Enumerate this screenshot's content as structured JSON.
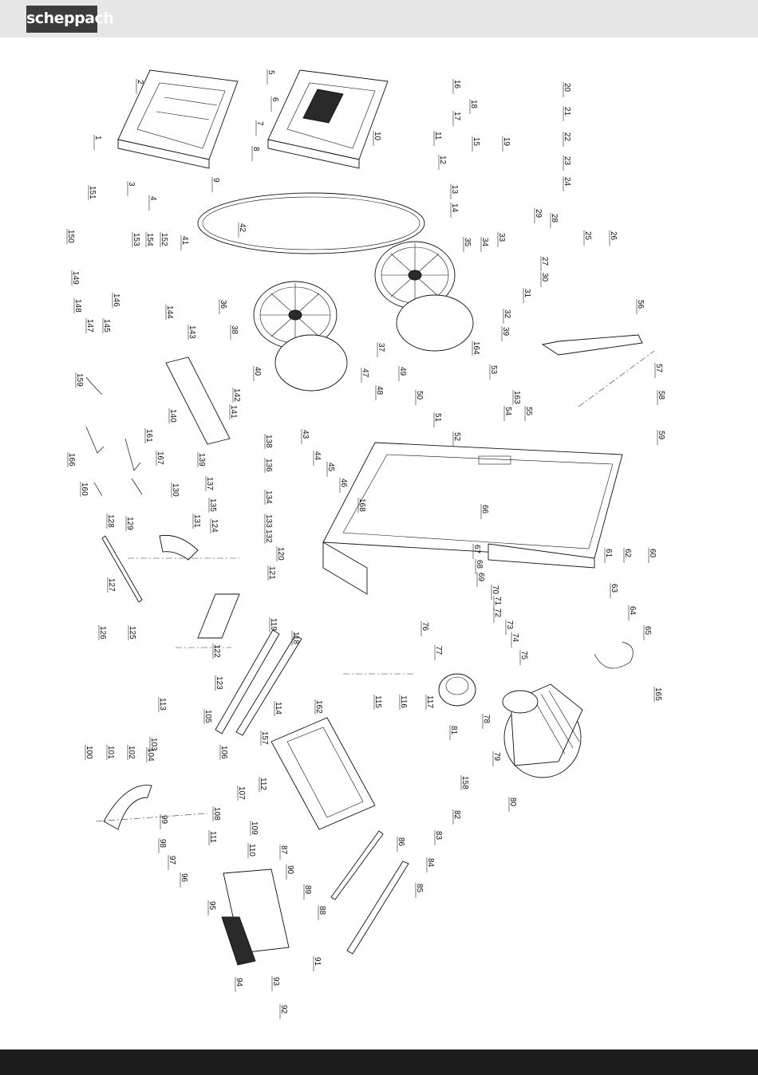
{
  "header": {
    "brand": "scheppach"
  },
  "diagram": {
    "callouts": [
      "1",
      "2",
      "3",
      "4",
      "5",
      "6",
      "7",
      "8",
      "9",
      "10",
      "11",
      "12",
      "13",
      "14",
      "15",
      "16",
      "17",
      "18",
      "19",
      "20",
      "21",
      "22",
      "23",
      "24",
      "25",
      "26",
      "27",
      "28",
      "29",
      "30",
      "31",
      "32",
      "33",
      "34",
      "35",
      "36",
      "37",
      "38",
      "39",
      "40",
      "41",
      "42",
      "43",
      "44",
      "45",
      "46",
      "47",
      "48",
      "49",
      "50",
      "51",
      "52",
      "53",
      "54",
      "55",
      "56",
      "57",
      "58",
      "59",
      "60",
      "61",
      "62",
      "63",
      "64",
      "65",
      "66",
      "67",
      "68",
      "69",
      "70",
      "71",
      "72",
      "73",
      "74",
      "75",
      "76",
      "77",
      "78",
      "79",
      "80",
      "81",
      "82",
      "83",
      "84",
      "85",
      "86",
      "87",
      "88",
      "89",
      "90",
      "91",
      "92",
      "93",
      "94",
      "95",
      "96",
      "97",
      "98",
      "99",
      "100",
      "101",
      "102",
      "103",
      "104",
      "105",
      "106",
      "107",
      "108",
      "109",
      "110",
      "111",
      "112",
      "113",
      "114",
      "115",
      "116",
      "117",
      "118",
      "119",
      "120",
      "121",
      "122",
      "123",
      "124",
      "125",
      "126",
      "127",
      "128",
      "129",
      "130",
      "131",
      "132",
      "133",
      "134",
      "135",
      "136",
      "137",
      "138",
      "139",
      "140",
      "141",
      "142",
      "143",
      "144",
      "145",
      "146",
      "147",
      "148",
      "149",
      "150",
      "151",
      "152",
      "153",
      "154",
      "157",
      "158",
      "159",
      "160",
      "161",
      "162",
      "163",
      "164",
      "165",
      "166",
      "167",
      "168"
    ]
  }
}
